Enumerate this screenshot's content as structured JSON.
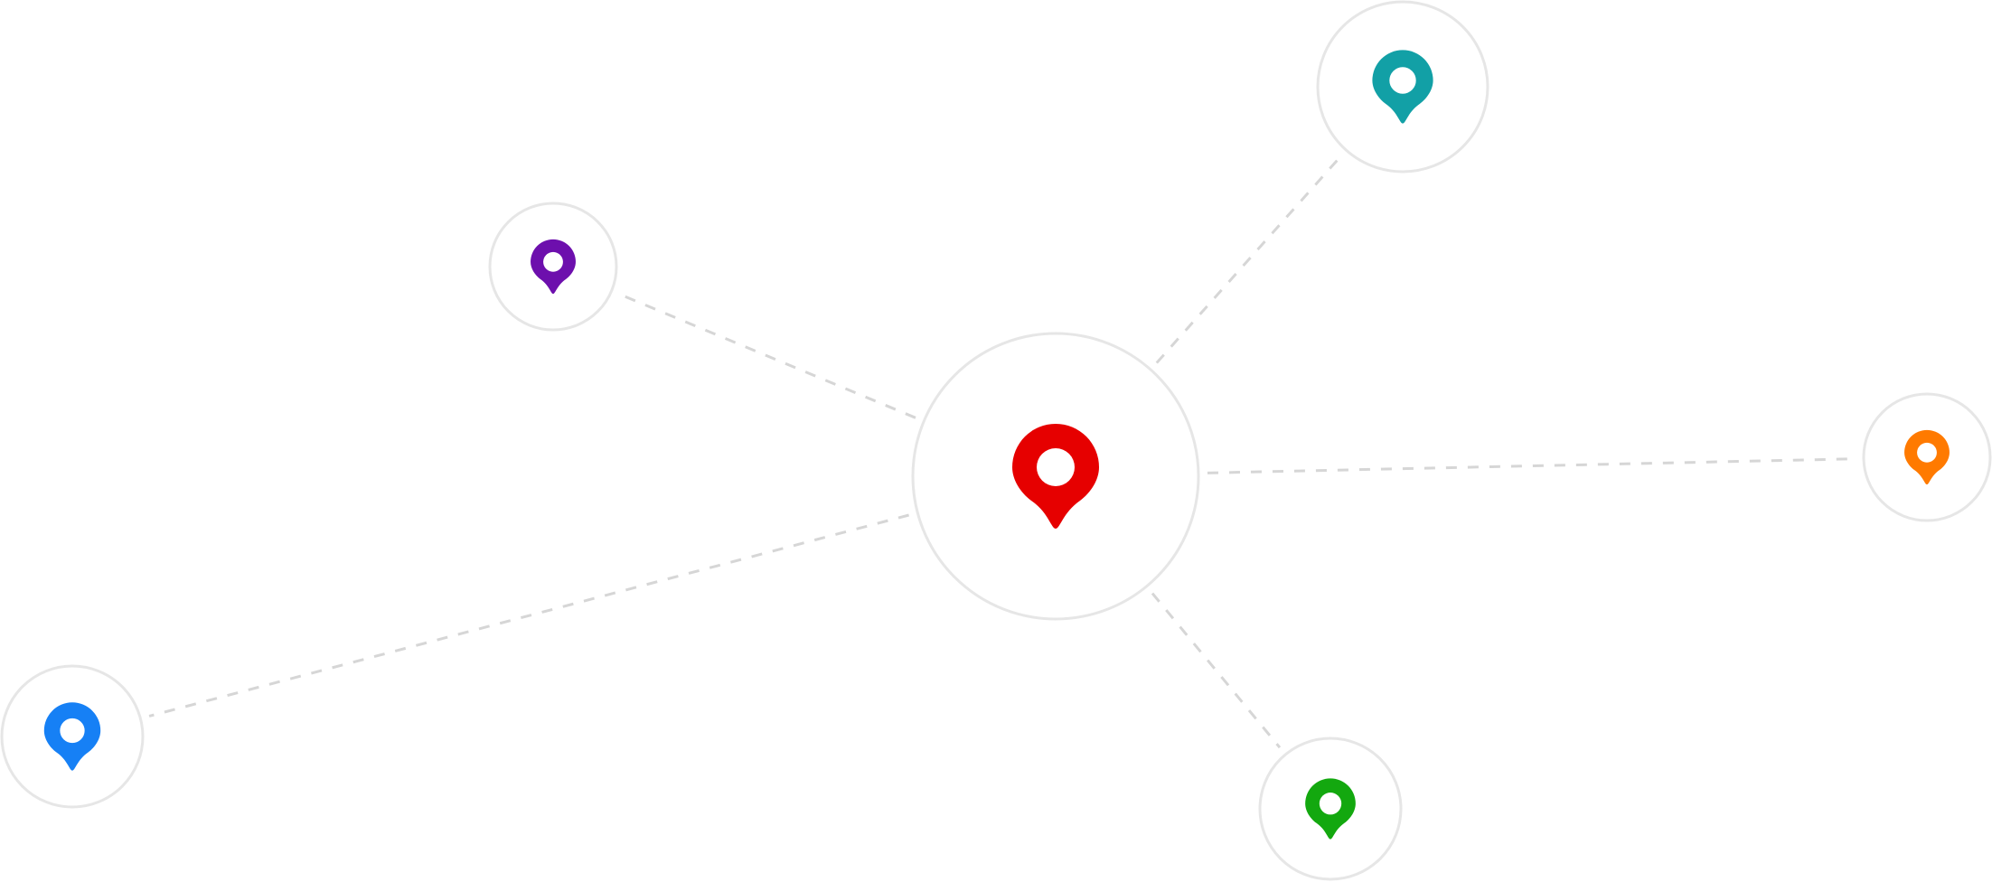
{
  "diagram": {
    "hub": {
      "id": "center",
      "icon": "map-pin-icon",
      "color": "#e60000"
    },
    "nodes": [
      {
        "id": "top-right",
        "icon": "map-pin-icon",
        "color": "#12a0a6"
      },
      {
        "id": "upper-left",
        "icon": "map-pin-icon",
        "color": "#6d0fad"
      },
      {
        "id": "right",
        "icon": "map-pin-icon",
        "color": "#ff7a00"
      },
      {
        "id": "lower-left",
        "icon": "map-pin-icon",
        "color": "#1680f5"
      },
      {
        "id": "bottom",
        "icon": "map-pin-icon",
        "color": "#13a80f"
      }
    ],
    "connector_style": "dashed",
    "connector_color": "#d6d6d6",
    "ring_color": "#e6e6e6"
  }
}
